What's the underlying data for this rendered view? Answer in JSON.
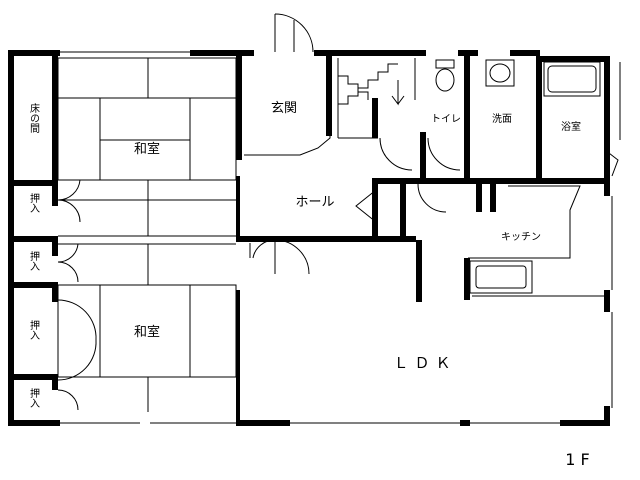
{
  "floor_label": "1F",
  "rooms": {
    "washitsu_top": "和室",
    "washitsu_bottom": "和室",
    "tokonoma": "床の間",
    "oshiire_1": "押入",
    "oshiire_2": "押入",
    "oshiire_3": "押入",
    "oshiire_4": "押入",
    "genkan": "玄関",
    "hall": "ホール",
    "toilet": "トイレ",
    "senmen": "洗面",
    "yokushitsu": "浴室",
    "kitchen": "キッチン",
    "ldk": "ＬＤＫ"
  }
}
